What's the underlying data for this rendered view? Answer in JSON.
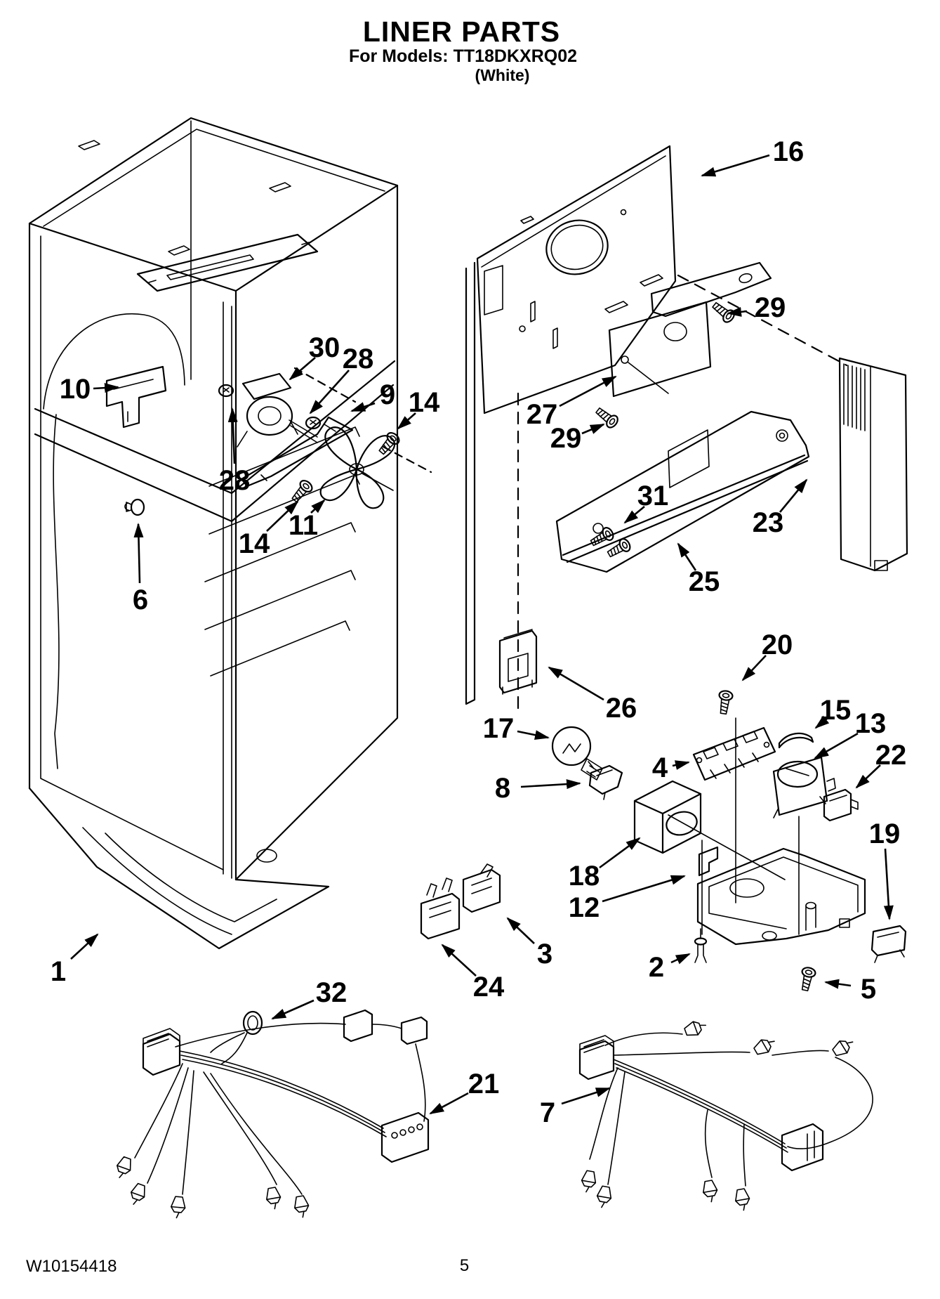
{
  "header": {
    "title": "LINER PARTS",
    "models_line": "For Models: TT18DKXRQ02",
    "finish_note": "(White)"
  },
  "footer": {
    "document_number": "W10154418",
    "page_number": "5"
  },
  "diagram": {
    "type": "exploded-parts-diagram",
    "subject": "refrigerator liner parts",
    "line_color": "#000000",
    "background_color": "#ffffff",
    "callouts": [
      {
        "label": "16"
      },
      {
        "label": "29"
      },
      {
        "label": "10"
      },
      {
        "label": "30"
      },
      {
        "label": "28"
      },
      {
        "label": "9"
      },
      {
        "label": "14"
      },
      {
        "label": "27"
      },
      {
        "label": "29"
      },
      {
        "label": "28"
      },
      {
        "label": "6"
      },
      {
        "label": "14"
      },
      {
        "label": "11"
      },
      {
        "label": "23"
      },
      {
        "label": "31"
      },
      {
        "label": "25"
      },
      {
        "label": "26"
      },
      {
        "label": "20"
      },
      {
        "label": "17"
      },
      {
        "label": "4"
      },
      {
        "label": "8"
      },
      {
        "label": "15"
      },
      {
        "label": "13"
      },
      {
        "label": "22"
      },
      {
        "label": "19"
      },
      {
        "label": "18"
      },
      {
        "label": "12"
      },
      {
        "label": "3"
      },
      {
        "label": "24"
      },
      {
        "label": "2"
      },
      {
        "label": "5"
      },
      {
        "label": "1"
      },
      {
        "label": "32"
      },
      {
        "label": "21"
      },
      {
        "label": "7"
      }
    ]
  }
}
